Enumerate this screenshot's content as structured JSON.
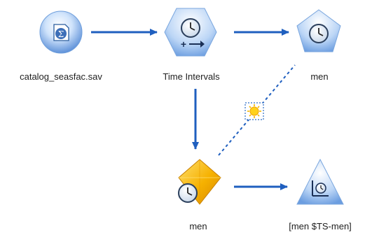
{
  "stream": {
    "nodes": [
      {
        "id": "source",
        "label": "catalog_seasfac.sav",
        "icon": "statistics-file-source-icon"
      },
      {
        "id": "time-intervals",
        "label": "Time Intervals",
        "icon": "time-intervals-icon"
      },
      {
        "id": "men-model",
        "label": "men",
        "icon": "time-series-model-nugget-icon"
      },
      {
        "id": "men-modeler",
        "label": "men",
        "icon": "time-series-modeler-icon"
      },
      {
        "id": "men-graph",
        "label": "[men $TS-men]",
        "icon": "time-plot-icon"
      }
    ],
    "links": [
      {
        "from": "source",
        "to": "time-intervals",
        "style": "solid"
      },
      {
        "from": "time-intervals",
        "to": "men-model",
        "style": "solid"
      },
      {
        "from": "time-intervals",
        "to": "men-modeler",
        "style": "solid"
      },
      {
        "from": "men-modeler",
        "to": "men-model",
        "style": "dashed"
      },
      {
        "from": "men-modeler",
        "to": "men-graph",
        "style": "solid"
      }
    ]
  },
  "colors": {
    "link": "#1f5fbf",
    "node_blue_light": "#d8e9fb",
    "node_blue_dark": "#5a8fd6",
    "modeler_gold": "#f2a400",
    "modeler_gold_light": "#ffd24a",
    "label_text": "#1e1e1e"
  }
}
